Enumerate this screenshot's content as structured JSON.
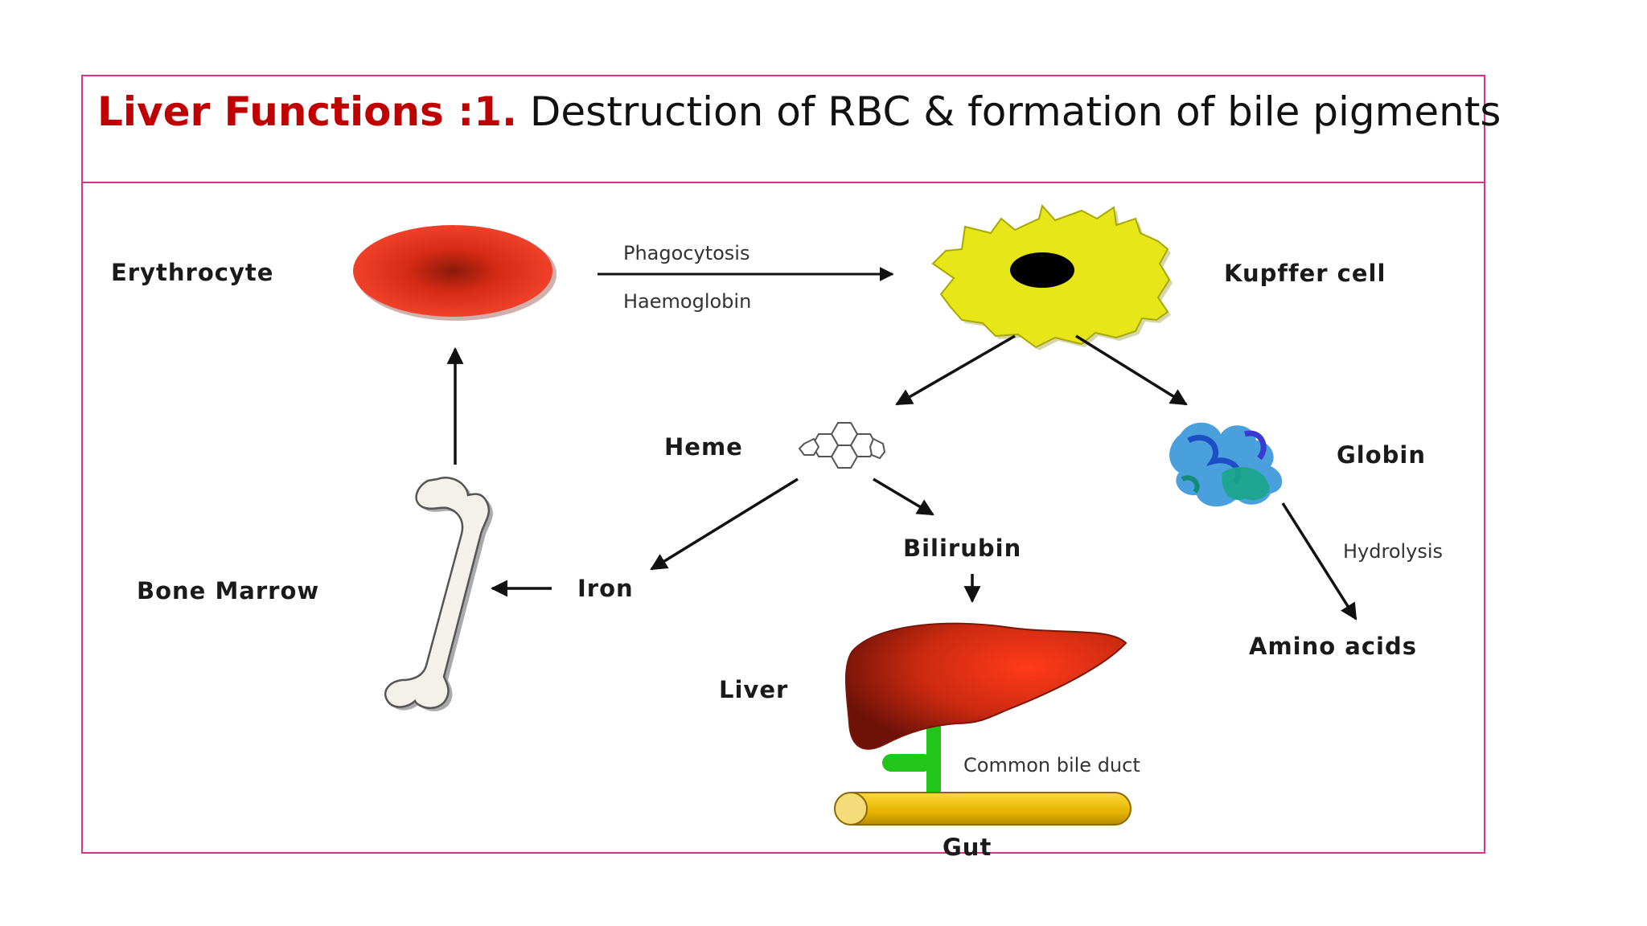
{
  "title": {
    "prefix": "Liver Functions  :1.",
    "text": " Destruction of RBC & formation of bile pigments"
  },
  "diagram": {
    "labels": {
      "erythrocyte": "Erythrocyte",
      "phagocytosis": "Phagocytosis",
      "haemoglobin": "Haemoglobin",
      "kupffer": "Kupffer cell",
      "heme": "Heme",
      "globin": "Globin",
      "bilirubin": "Bilirubin",
      "iron": "Iron",
      "bone_marrow": "Bone Marrow",
      "hydrolysis": "Hydrolysis",
      "amino_acids": "Amino acids",
      "liver": "Liver",
      "common_bile_duct": "Common bile duct",
      "gut": "Gut"
    },
    "colors": {
      "frame": "#d6338a",
      "title_red": "#c00000",
      "rbc": "#e8321e",
      "kupffer": "#e6e619",
      "liver": "#c8260f",
      "bile_duct": "#22c51a",
      "gut": "#e8b800"
    }
  }
}
